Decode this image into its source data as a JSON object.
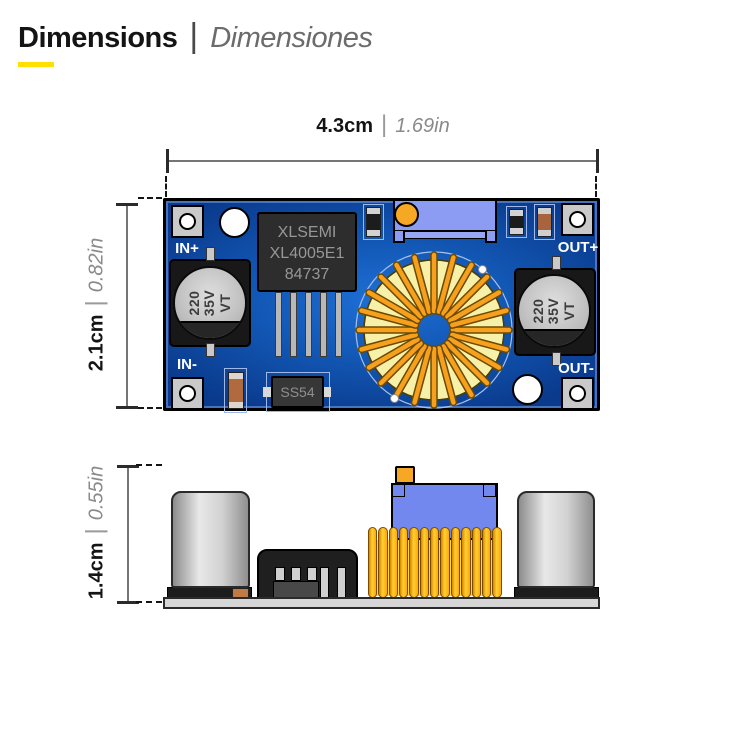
{
  "header": {
    "title": "Dimensions",
    "separator": "|",
    "subtitle": "Dimensiones"
  },
  "dimensions": {
    "width": {
      "metric": "4.3cm",
      "separator": "|",
      "imperial": "1.69in"
    },
    "board_height": {
      "metric": "2.1cm",
      "separator": "|",
      "imperial": "0.82in"
    },
    "profile_height": {
      "metric": "1.4cm",
      "separator": "|",
      "imperial": "0.55in"
    }
  },
  "board": {
    "pad_labels": {
      "in_plus": "IN+",
      "in_minus": "IN-",
      "out_plus": "OUT+",
      "out_minus": "OUT-"
    },
    "ic_marking": {
      "line1": "XLSEMI",
      "line2": "XL4005E1",
      "line3": "84737"
    },
    "capacitor_marking": {
      "line1": "220",
      "line2": "35V",
      "line3": "VT"
    },
    "diode_marking": "SS54"
  },
  "colors": {
    "accent_yellow": "#FFE000",
    "pcb_blue_light": "#1E6FD6",
    "pcb_blue_dark": "#0A3A8C",
    "inductor_copper": "#F7A01E",
    "inductor_core": "#F6F0A8",
    "trimmer_blue": "#8D9CF3",
    "trimmer_screw_orange": "#F6A723"
  }
}
